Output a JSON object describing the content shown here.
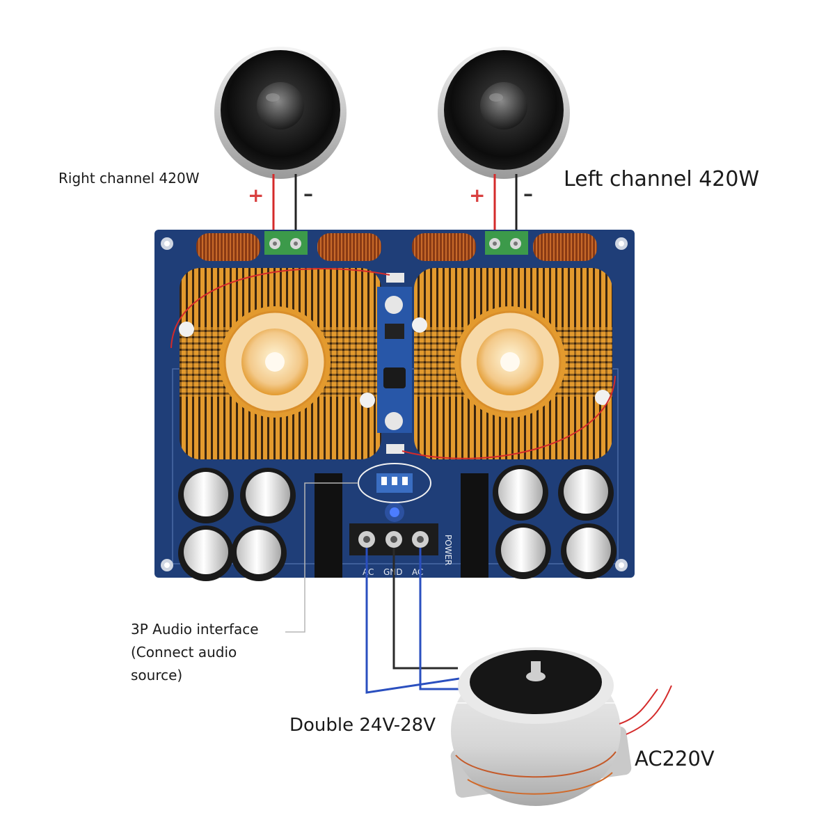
{
  "labels": {
    "right_channel": "Right channel 420W",
    "left_channel": "Left channel 420W",
    "audio_interface_line1": "3P Audio interface",
    "audio_interface_line2": "(Connect audio",
    "audio_interface_line3": "source)",
    "supply": "Double 24V-28V",
    "mains": "AC220V"
  },
  "terminals": {
    "plus": "+",
    "minus": "–",
    "power_ac_left": "AC",
    "power_gnd": "GND",
    "power_ac_right": "AC",
    "power_side": "POWER"
  },
  "colors": {
    "pcb": "#1f3e78",
    "heatsink": "#e39a2e",
    "wire_positive": "#d42a2a",
    "wire_negative": "#222222",
    "wire_ac": "#2a4fbf",
    "terminal_block": "#3c9a4a"
  }
}
